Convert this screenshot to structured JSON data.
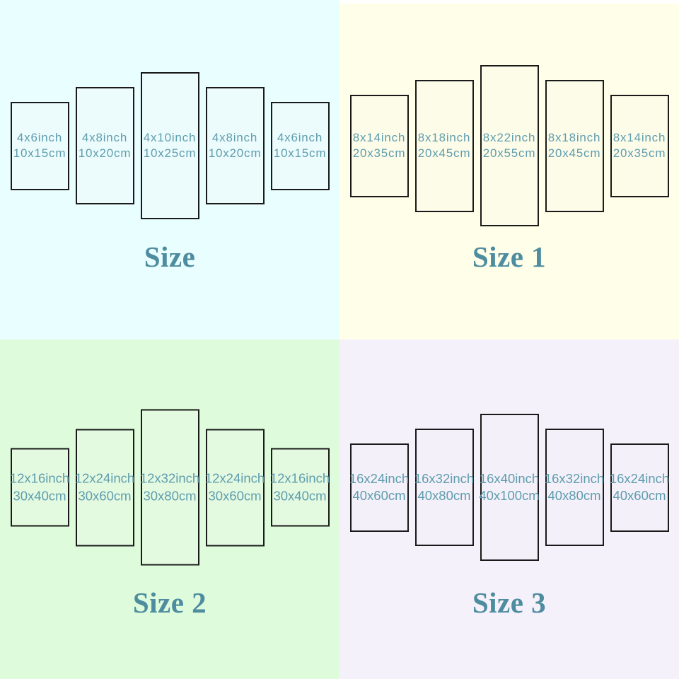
{
  "colors": {
    "panel_border": "#1a1a1a",
    "panel_label_text": "#5f9dae",
    "title_text": "#4e8ca0"
  },
  "quadrants": [
    {
      "title": "Size",
      "bg_center": "#e9feff",
      "bg_edge": "#d8f2f3",
      "panel_fill": "#ecfcfd",
      "panels": [
        {
          "inch": "4x6inch",
          "cm": "10x15cm"
        },
        {
          "inch": "4x8inch",
          "cm": "10x20cm"
        },
        {
          "inch": "4x10inch",
          "cm": "10x25cm"
        },
        {
          "inch": "4x8inch",
          "cm": "10x20cm"
        },
        {
          "inch": "4x6inch",
          "cm": "10x15cm"
        }
      ]
    },
    {
      "title": "Size 1",
      "bg_center": "#fffee9",
      "bg_edge": "#f7f2d8",
      "panel_fill": "#fdfce9",
      "panels": [
        {
          "inch": "8x14inch",
          "cm": "20x35cm"
        },
        {
          "inch": "8x18inch",
          "cm": "20x45cm"
        },
        {
          "inch": "8x22inch",
          "cm": "20x55cm"
        },
        {
          "inch": "8x18inch",
          "cm": "20x45cm"
        },
        {
          "inch": "8x14inch",
          "cm": "20x35cm"
        }
      ]
    },
    {
      "title": "Size 2",
      "bg_center": "#defcdc",
      "bg_edge": "#d2f1cf",
      "panel_fill": "#e3fae0",
      "panels": [
        {
          "inch": "12x16inch",
          "cm": "30x40cm"
        },
        {
          "inch": "12x24inch",
          "cm": "30x60cm"
        },
        {
          "inch": "12x32inch",
          "cm": "30x80cm"
        },
        {
          "inch": "12x24inch",
          "cm": "30x60cm"
        },
        {
          "inch": "12x16inch",
          "cm": "30x40cm"
        }
      ]
    },
    {
      "title": "Size 3",
      "bg_center": "#f5f1fa",
      "bg_edge": "#ebe6f2",
      "panel_fill": "#f4f0f9",
      "panels": [
        {
          "inch": "16x24inch",
          "cm": "40x60cm"
        },
        {
          "inch": "16x32inch",
          "cm": "40x80cm"
        },
        {
          "inch": "16x40inch",
          "cm": "40x100cm"
        },
        {
          "inch": "16x32inch",
          "cm": "40x80cm"
        },
        {
          "inch": "16x24inch",
          "cm": "40x60cm"
        }
      ]
    }
  ]
}
